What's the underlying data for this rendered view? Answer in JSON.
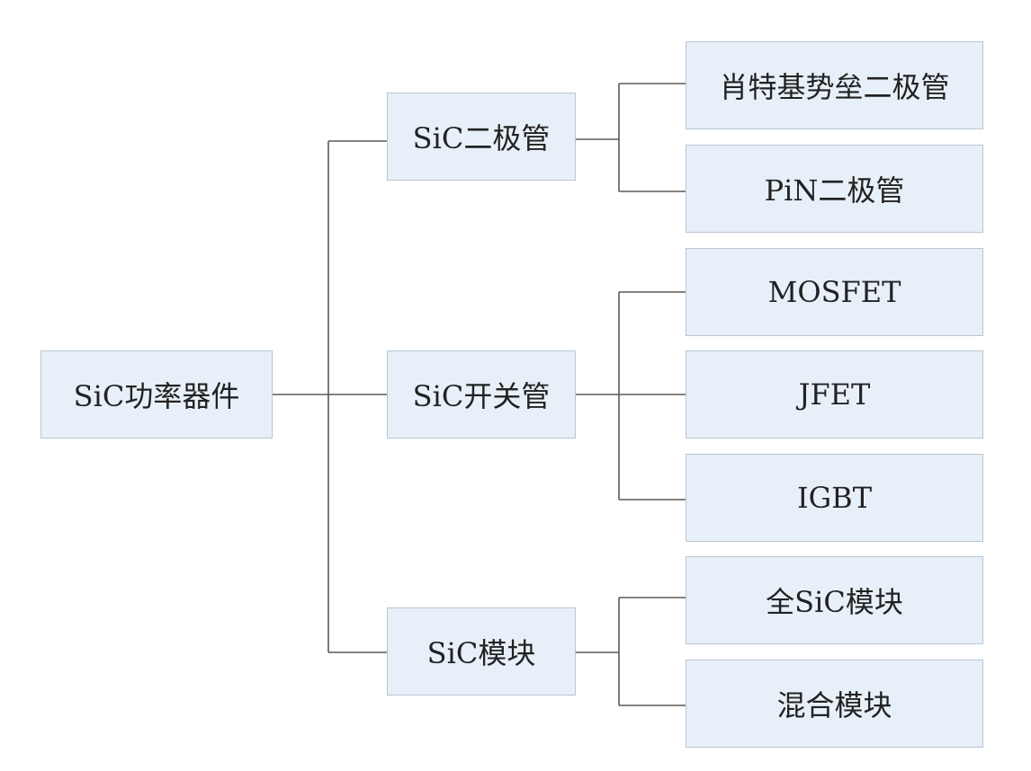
{
  "colors": {
    "node_fill": "#e7f0f8",
    "node_border": "#b9c6d2",
    "connector": "#5a5a5a",
    "text": "#222222"
  },
  "tree": {
    "root": {
      "label": "SiC功率器件"
    },
    "branches": [
      {
        "label": "SiC二极管",
        "children": [
          {
            "label": "肖特基势垒二极管"
          },
          {
            "label": "PiN二极管"
          }
        ]
      },
      {
        "label": "SiC开关管",
        "children": [
          {
            "label": "MOSFET"
          },
          {
            "label": "JFET"
          },
          {
            "label": "IGBT"
          }
        ]
      },
      {
        "label": "SiC模块",
        "children": [
          {
            "label": "全SiC模块"
          },
          {
            "label": "混合模块"
          }
        ]
      }
    ]
  }
}
